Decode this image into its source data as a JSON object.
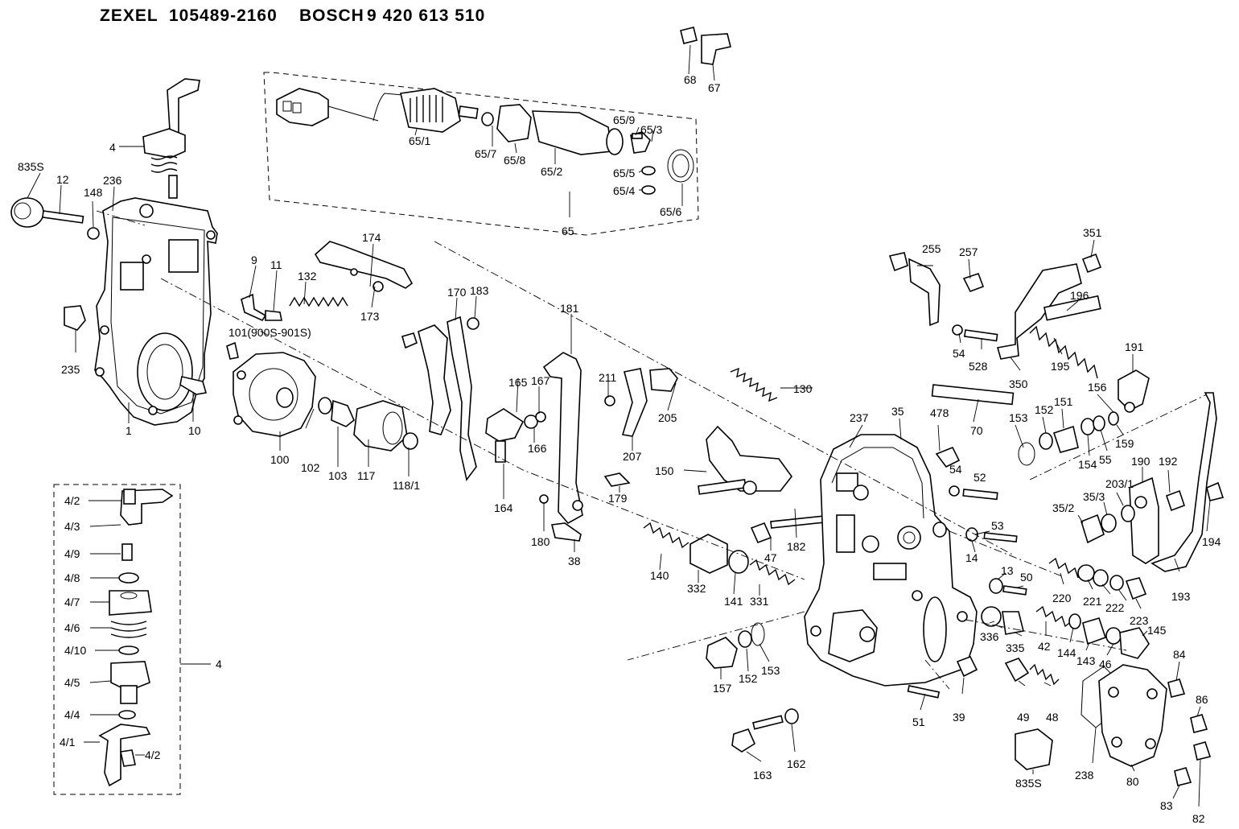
{
  "header": {
    "brand1": "ZEXEL",
    "code1": "105489-2160",
    "brand2": "BOSCH",
    "code2": "9 420 613 510"
  },
  "parts": [
    "68",
    "67",
    "4",
    "835S",
    "12",
    "148",
    "236",
    "65/1",
    "65/7",
    "65/8",
    "65/2",
    "65/9",
    "65/3",
    "65/5",
    "65/4",
    "65/6",
    "65",
    "174",
    "9",
    "11",
    "132",
    "173",
    "101(900S-901S)",
    "170",
    "183",
    "181",
    "235",
    "1",
    "10",
    "100",
    "102",
    "103",
    "117",
    "118/1",
    "165",
    "167",
    "166",
    "164",
    "211",
    "205",
    "207",
    "179",
    "180",
    "38",
    "130",
    "150",
    "182",
    "47",
    "140",
    "332",
    "141",
    "331",
    "255",
    "257",
    "351",
    "196",
    "54",
    "528",
    "195",
    "350",
    "191",
    "70",
    "156",
    "152",
    "151",
    "153",
    "478",
    "54",
    "52",
    "154",
    "55",
    "159",
    "237",
    "35",
    "190",
    "192",
    "203/1",
    "35/3",
    "35/2",
    "53",
    "14",
    "194",
    "13",
    "50",
    "220",
    "221",
    "222",
    "223",
    "193",
    "157",
    "152",
    "153",
    "336",
    "335",
    "42",
    "144",
    "143",
    "46",
    "145",
    "84",
    "39",
    "49",
    "48",
    "86",
    "51",
    "163",
    "162",
    "238",
    "80",
    "835S",
    "83",
    "82",
    "4/2",
    "4/3",
    "4/9",
    "4/8",
    "4/7",
    "4/6",
    "4/10",
    "4/5",
    "4/4",
    "4/1",
    "4/2",
    "4"
  ]
}
